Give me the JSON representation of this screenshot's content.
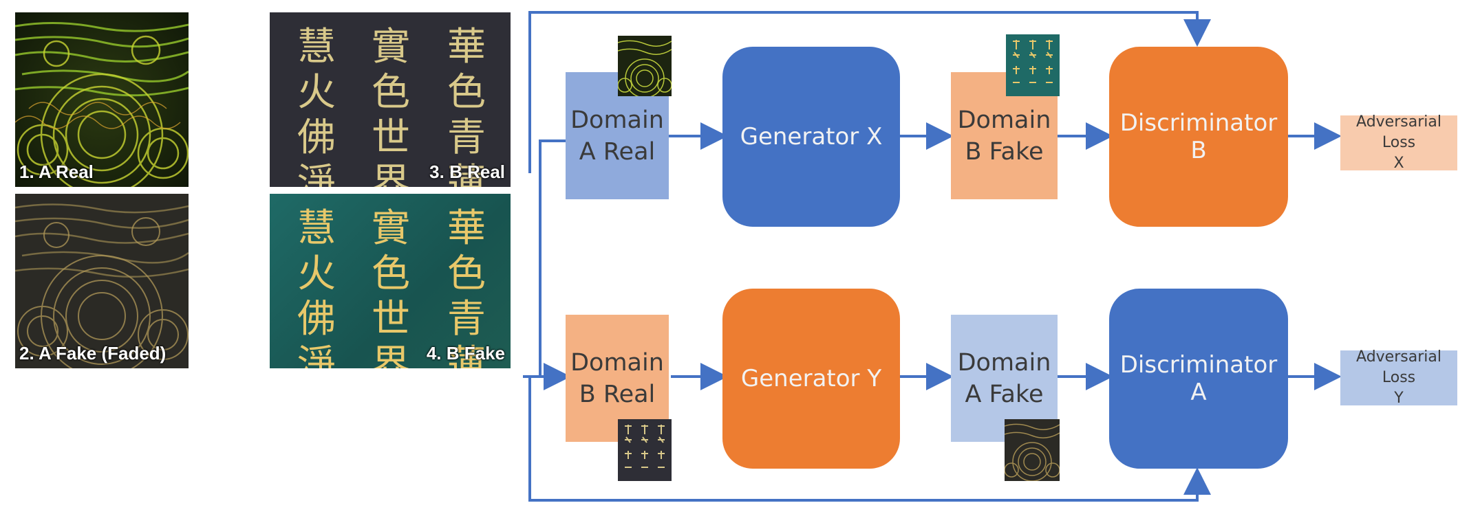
{
  "panels": {
    "a_real": {
      "caption": "1. A Real"
    },
    "a_fake": {
      "caption": "2. A Fake (Faded)"
    },
    "b_real": {
      "caption": "3. B Real"
    },
    "b_fake": {
      "caption": "4. B Fake"
    }
  },
  "calligraphy_columns": [
    "慧火佛淨智",
    "實色世界各",
    "華色青蓮華"
  ],
  "diagram": {
    "domain_a_real": "Domain\nA Real",
    "domain_b_fake": "Domain\nB Fake",
    "domain_b_real": "Domain\nB Real",
    "domain_a_fake": "Domain\nA Fake",
    "generator_x": "Generator X",
    "generator_y": "Generator Y",
    "discriminator_b": "Discriminator B",
    "discriminator_a": "Discriminator A",
    "loss_x": "Adversarial Loss\nX",
    "loss_y": "Adversarial Loss\nY"
  },
  "colors": {
    "arrow": "#4472c4",
    "domain_blue": "#8faadc",
    "domain_salmon": "#f4b183",
    "generator_blue": "#4472c4",
    "generator_orange": "#ed7d31",
    "loss_salmon": "#f8cbad",
    "loss_blue": "#b4c7e7",
    "panel_dark": "#2e2e36",
    "panel_teal": "#1f5f5c",
    "glyph_gold": "#d9c98a"
  }
}
